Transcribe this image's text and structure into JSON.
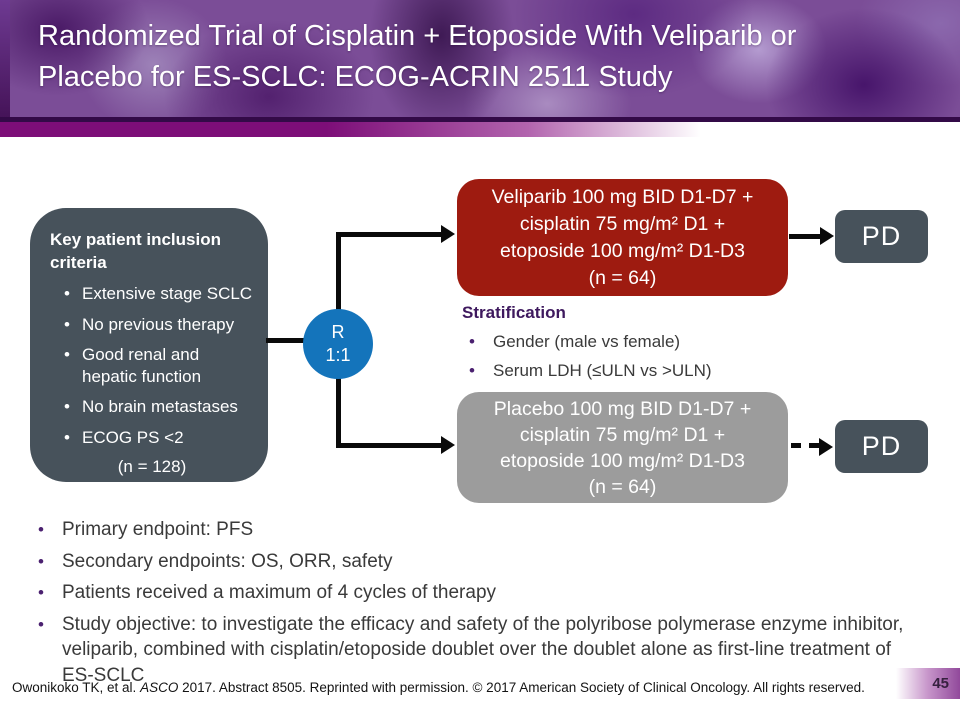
{
  "header": {
    "title_line1": "Randomized Trial of Cisplatin + Etoposide With Veliparib or",
    "title_line2": "Placebo for ES-SCLC: ECOG-ACRIN 2511 Study"
  },
  "schema": {
    "inclusion_box": {
      "title": "Key patient inclusion criteria",
      "items": [
        "Extensive stage SCLC",
        "No previous therapy",
        "Good renal and hepatic function",
        "No brain metastases",
        "ECOG PS <2"
      ],
      "n_label": "(n = 128)"
    },
    "randomization": {
      "symbol": "R",
      "ratio": "1:1"
    },
    "veliparib_arm": {
      "lines": [
        "Veliparib 100 mg BID D1-D7 +",
        "cisplatin 75 mg/m² D1 +",
        "etoposide 100 mg/m² D1-D3",
        "(n = 64)"
      ]
    },
    "placebo_arm": {
      "lines": [
        "Placebo 100 mg BID D1-D7 +",
        "cisplatin 75 mg/m² D1 +",
        "etoposide 100 mg/m² D1-D3",
        "(n = 64)"
      ]
    },
    "stratification": {
      "title": "Stratification",
      "items": [
        "Gender (male vs female)",
        "Serum LDH (≤ULN vs >ULN)"
      ]
    },
    "outcome_top": "PD",
    "outcome_bottom": "PD"
  },
  "endpoints": [
    "Primary endpoint: PFS",
    "Secondary endpoints: OS, ORR, safety",
    "Patients received a maximum of 4 cycles of therapy",
    "Study objective: to investigate the efficacy and safety of the polyribose polymerase enzyme inhibitor, veliparib, combined with cisplatin/etoposide doublet over the doublet alone as first-line treatment of ES-SCLC"
  ],
  "footer": {
    "citation_pre": "Owonikoko TK, et al. ",
    "citation_italic": "ASCO",
    "citation_post": " 2017. Abstract 8505. Reprinted with permission. © 2017 American Society of Clinical Oncology. All rights reserved.",
    "page_number": "45"
  },
  "colors": {
    "veliparib_arm_bg": "#9E1B10",
    "placebo_arm_bg": "#9C9C9C",
    "criteria_box_bg": "#47525B",
    "pd_box_bg": "#47525B",
    "randomization_circle_bg": "#1474BB",
    "stratification_title": "#3E195E",
    "bullet_accent": "#4B2170",
    "header_band_accent": "#7D0E78"
  }
}
